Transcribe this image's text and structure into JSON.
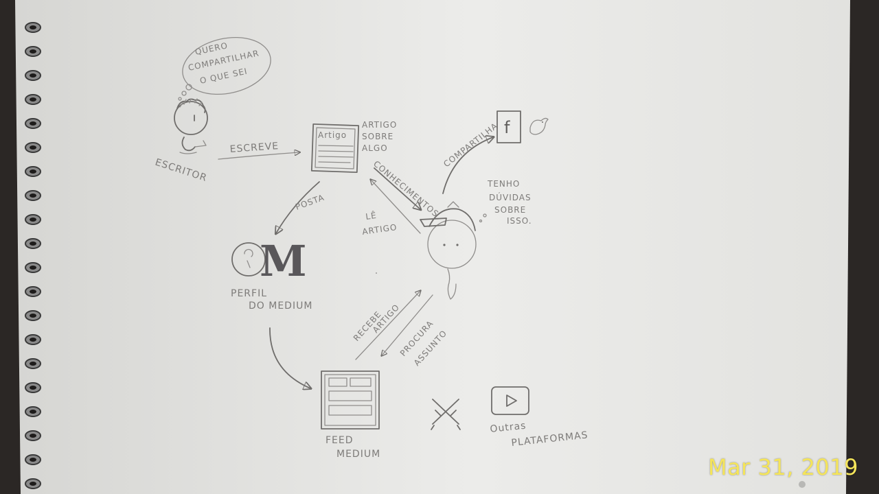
{
  "writer": {
    "thought": [
      "QUERO",
      "COMPARTILHAR",
      "O QUE SEI"
    ],
    "label": "ESCRITOR"
  },
  "article": {
    "box_label": "Artigo",
    "note": [
      "ARTIGO",
      "SOBRE",
      "ALGO"
    ]
  },
  "edges": {
    "escreve": "ESCREVE",
    "posta": "POSTA",
    "compartilha": "COMPARTILHA",
    "conhecimentos": "CONHECIMENTOS",
    "le_artigo": [
      "LÊ",
      "ARTIGO"
    ],
    "recebe_artigo": [
      "RECEBE",
      "ARTIGO"
    ],
    "procura_assunto": [
      "PROCURA",
      "ASSUNTO"
    ]
  },
  "reader": {
    "thought": [
      "TENHO",
      "DÚVIDAS",
      "SOBRE",
      "ISSO."
    ]
  },
  "profile": {
    "logo_letter": "M",
    "label": [
      "PERFIL",
      "DO MEDIUM"
    ]
  },
  "feed": {
    "label": [
      "FEED",
      "MEDIUM"
    ]
  },
  "social": {
    "facebook_glyph": "f"
  },
  "platforms": {
    "label": [
      "Outras",
      "PLATAFORMAS"
    ]
  },
  "date_stamp": "Mar 31, 2019",
  "colors": {
    "paper": "#e3e3e0",
    "pencil": "#6f6d6b",
    "stamp": "#f5e55a"
  }
}
